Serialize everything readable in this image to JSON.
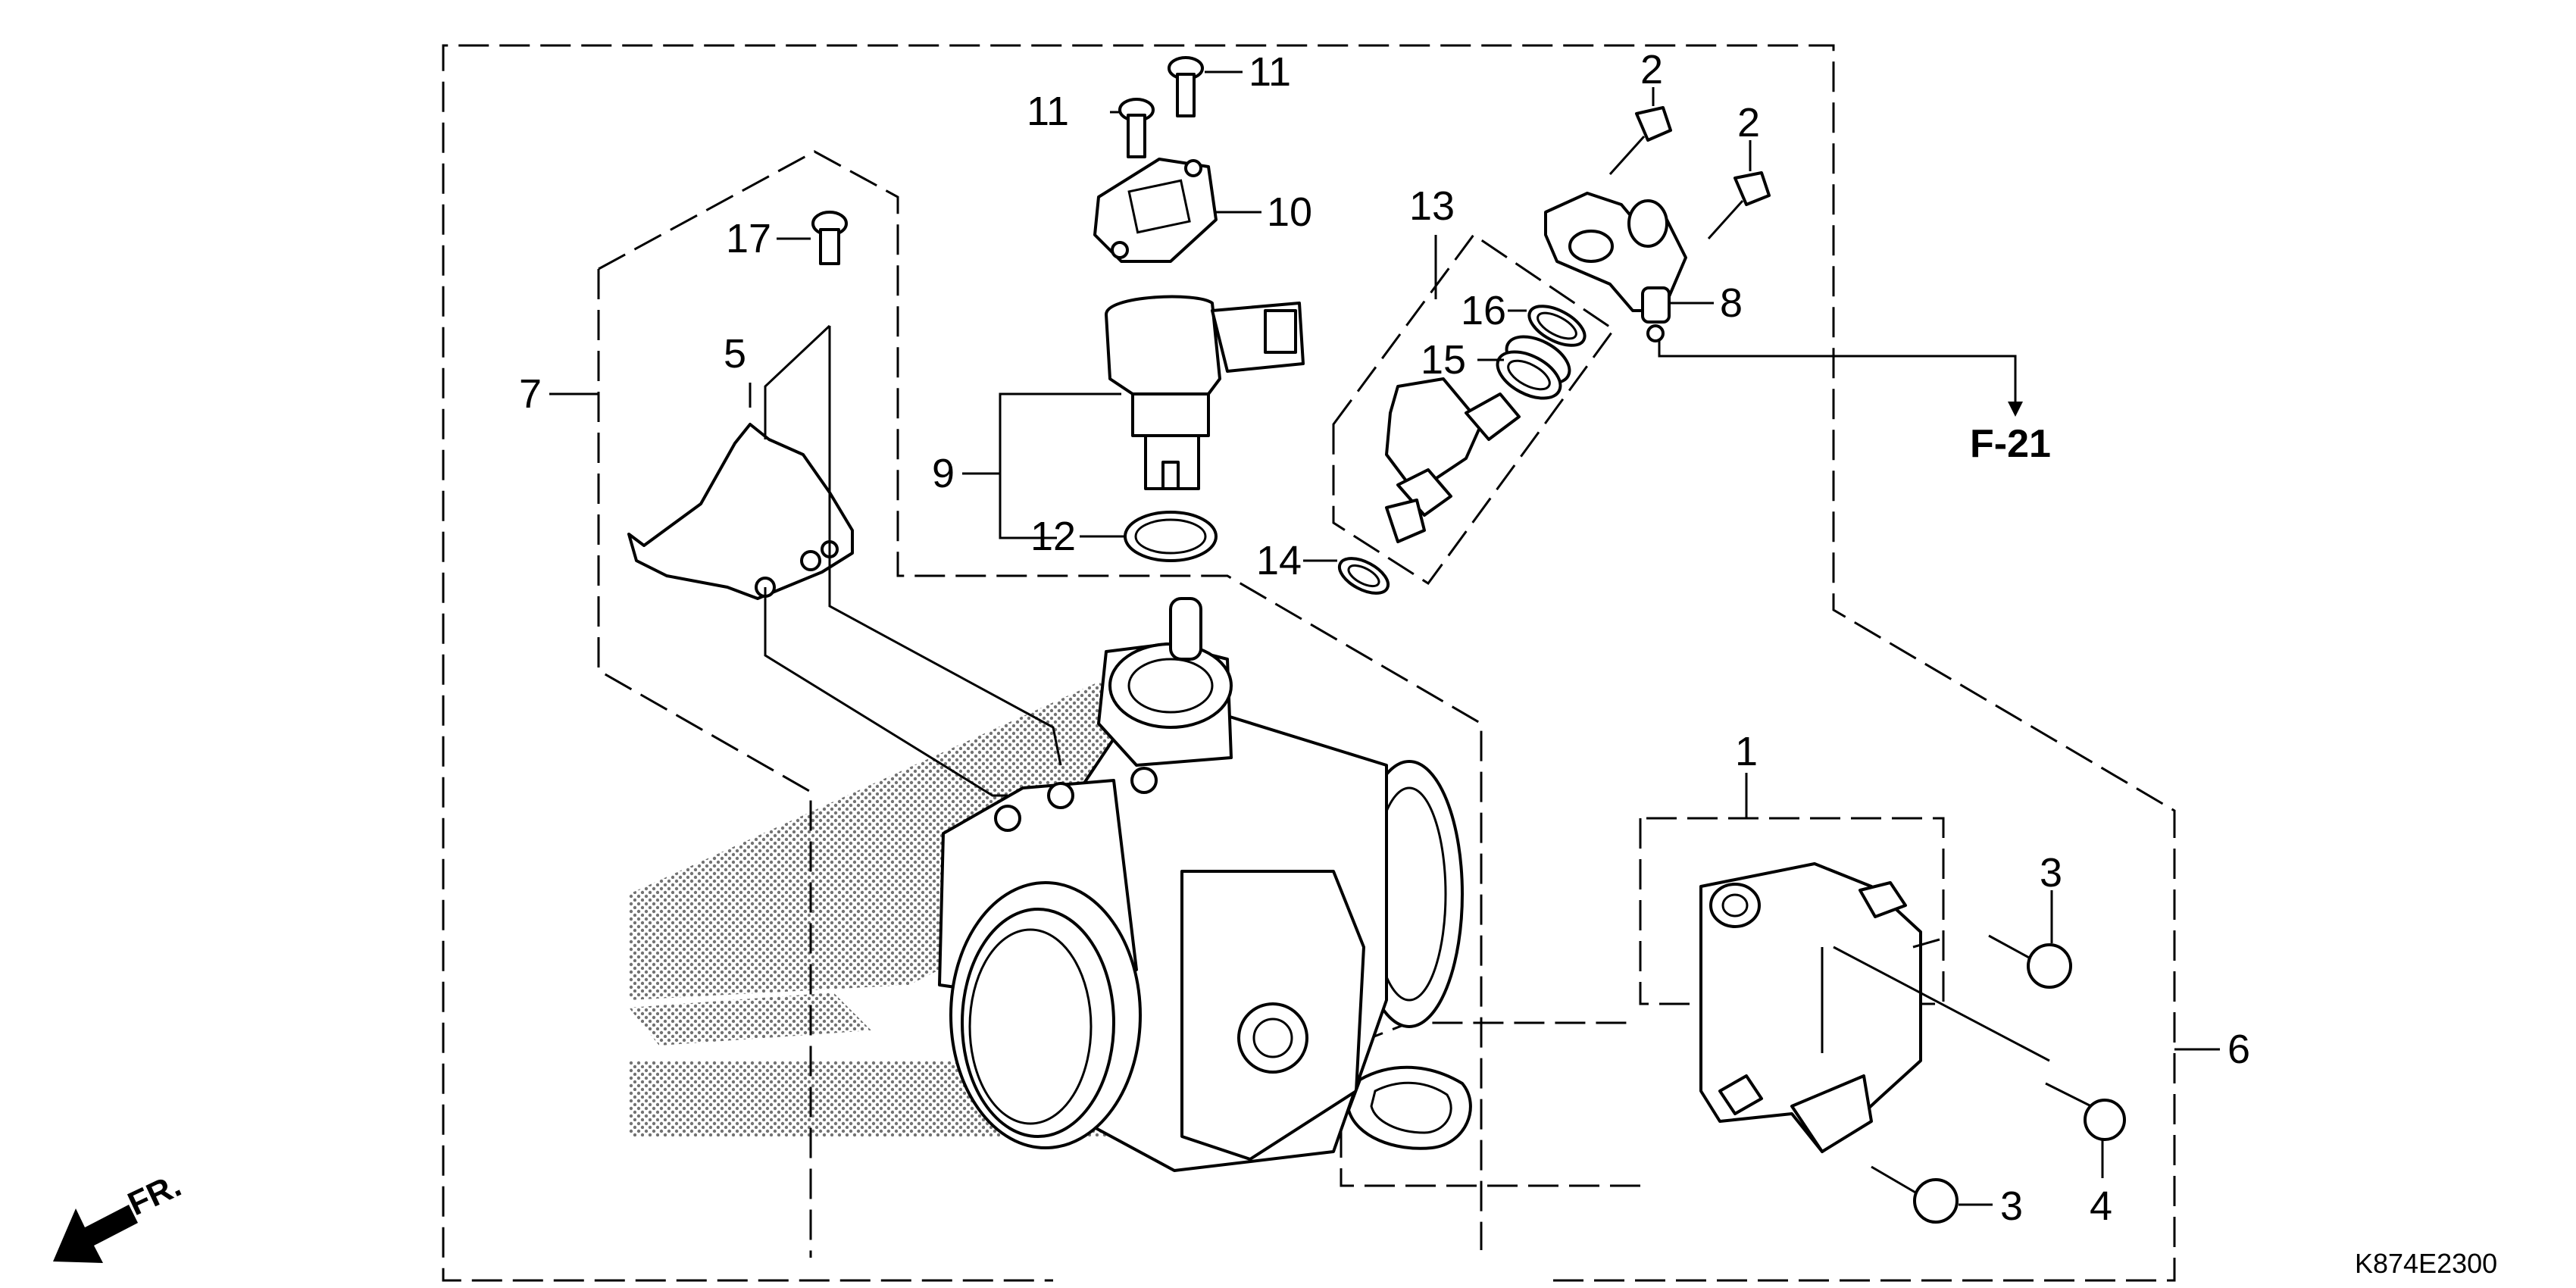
{
  "diagram_code": "K874E2300",
  "reference": "F-21",
  "direction_label": "FR.",
  "callouts": {
    "c1": "1",
    "c2a": "2",
    "c2b": "2",
    "c3a": "3",
    "c3b": "3",
    "c4": "4",
    "c5": "5",
    "c6": "6",
    "c7": "7",
    "c8": "8",
    "c9": "9",
    "c10": "10",
    "c11a": "11",
    "c11b": "11",
    "c12": "12",
    "c13": "13",
    "c14": "14",
    "c15": "15",
    "c16": "16",
    "c17": "17"
  },
  "icons": {
    "front_arrow": "front-direction-arrow-icon",
    "logo": "dotted-wing-logo-watermark"
  }
}
